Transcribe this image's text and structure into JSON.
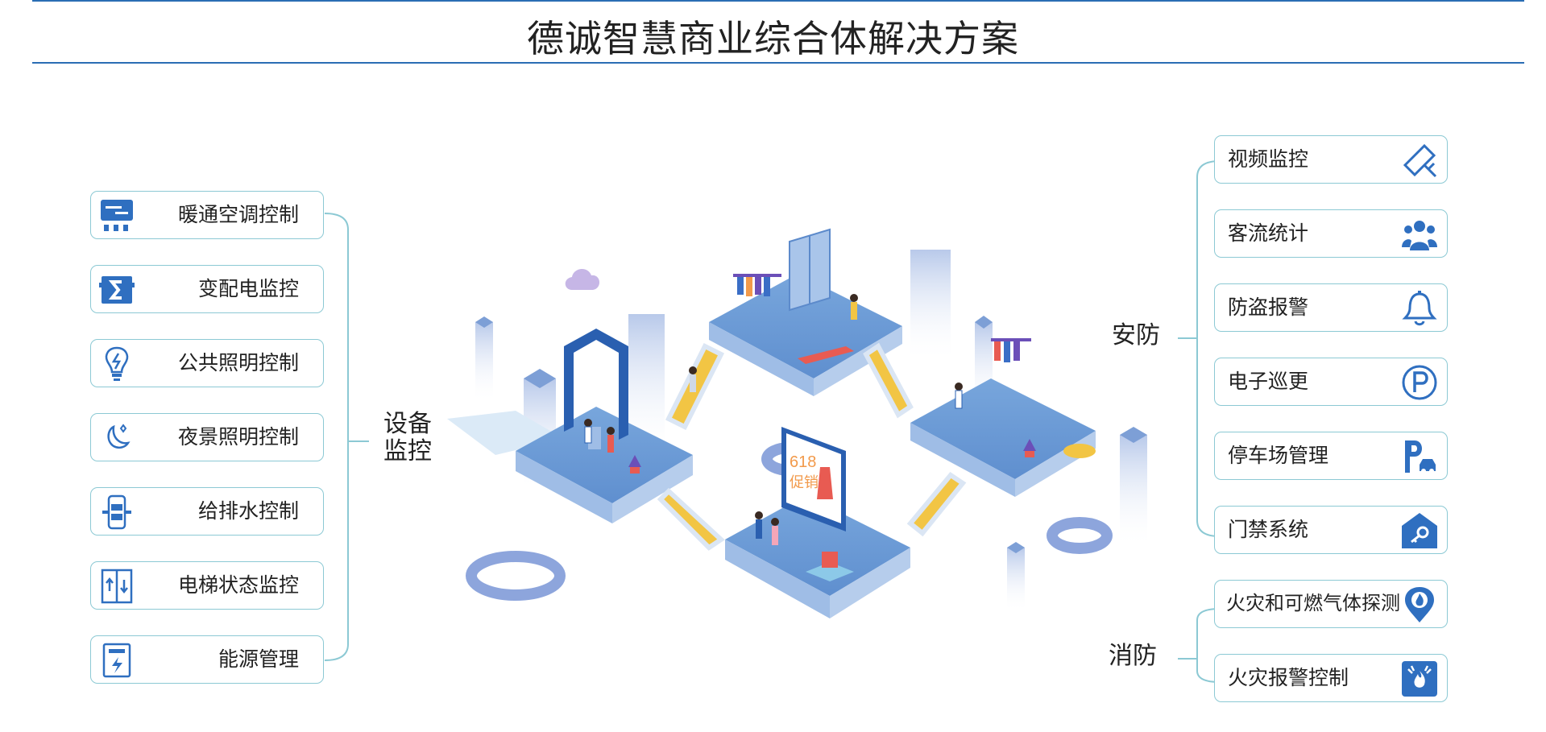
{
  "title": "德诚智慧商业综合体解决方案",
  "colors": {
    "accent": "#2a6db4",
    "border": "#8cc9d4",
    "icon": "#2f6fc0",
    "platform": "#6b9cd6"
  },
  "left_group": {
    "label_line1": "设备",
    "label_line2": "监控",
    "items": [
      {
        "label": "暖通空调控制",
        "icon": "hvac-icon"
      },
      {
        "label": "变配电监控",
        "icon": "power-distribution-icon"
      },
      {
        "label": "公共照明控制",
        "icon": "light-bulb-icon"
      },
      {
        "label": "夜景照明控制",
        "icon": "moon-star-icon"
      },
      {
        "label": "给排水控制",
        "icon": "water-valve-icon"
      },
      {
        "label": "电梯状态监控",
        "icon": "elevator-icon"
      },
      {
        "label": "能源管理",
        "icon": "energy-meter-icon"
      }
    ]
  },
  "security_group": {
    "label": "安防",
    "items": [
      {
        "label": "视频监控",
        "icon": "camera-icon"
      },
      {
        "label": "客流统计",
        "icon": "people-icon"
      },
      {
        "label": "防盗报警",
        "icon": "bell-icon"
      },
      {
        "label": "电子巡更",
        "icon": "patrol-p-icon"
      },
      {
        "label": "停车场管理",
        "icon": "parking-icon"
      },
      {
        "label": "门禁系统",
        "icon": "access-key-icon"
      }
    ]
  },
  "fire_group": {
    "label": "消防",
    "items": [
      {
        "label": "火灾和可燃气体探测",
        "icon": "flame-pin-icon"
      },
      {
        "label": "火灾报警控制",
        "icon": "fire-alarm-icon"
      }
    ]
  },
  "illustration": {
    "sale_number": "618",
    "sale_text": "促销"
  }
}
